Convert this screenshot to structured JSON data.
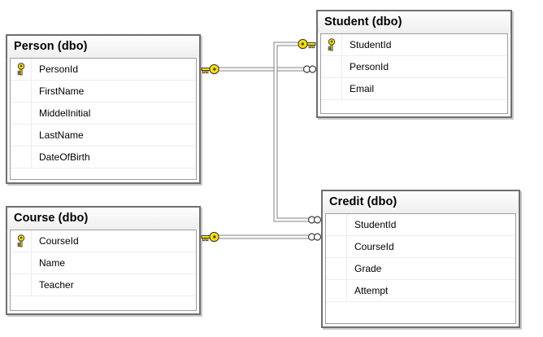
{
  "diagram": {
    "tables": [
      {
        "id": "person",
        "title": "Person (dbo)",
        "fields": [
          {
            "name": "PersonId",
            "pk": true
          },
          {
            "name": "FirstName",
            "pk": false
          },
          {
            "name": "MiddelInitial",
            "pk": false
          },
          {
            "name": "LastName",
            "pk": false
          },
          {
            "name": "DateOfBirth",
            "pk": false
          }
        ]
      },
      {
        "id": "student",
        "title": "Student (dbo)",
        "fields": [
          {
            "name": "StudentId",
            "pk": true
          },
          {
            "name": "PersonId",
            "pk": false
          },
          {
            "name": "Email",
            "pk": false
          }
        ]
      },
      {
        "id": "course",
        "title": "Course (dbo)",
        "fields": [
          {
            "name": "CourseId",
            "pk": true
          },
          {
            "name": "Name",
            "pk": false
          },
          {
            "name": "Teacher",
            "pk": false
          }
        ]
      },
      {
        "id": "credit",
        "title": "Credit (dbo)",
        "fields": [
          {
            "name": "StudentId",
            "pk": false
          },
          {
            "name": "CourseId",
            "pk": false
          },
          {
            "name": "Grade",
            "pk": false
          },
          {
            "name": "Attempt",
            "pk": false
          }
        ]
      }
    ],
    "relationships": [
      {
        "key_side_table": "Person",
        "many_side_table": "Student",
        "key_end": "key-icon",
        "many_end": "infinity-icon"
      },
      {
        "key_side_table": "Student",
        "many_side_table": "Credit",
        "key_end": "key-icon",
        "many_end": "infinity-icon"
      },
      {
        "key_side_table": "Course",
        "many_side_table": "Credit",
        "key_end": "key-icon",
        "many_end": "infinity-icon"
      }
    ],
    "colors": {
      "key_fill": "#ffe000",
      "line_outline": "#878787",
      "line_fill": "#fafafa",
      "table_border": "#6f6f6f",
      "caption_bg": "#efefef",
      "background": "#ffffff"
    }
  }
}
